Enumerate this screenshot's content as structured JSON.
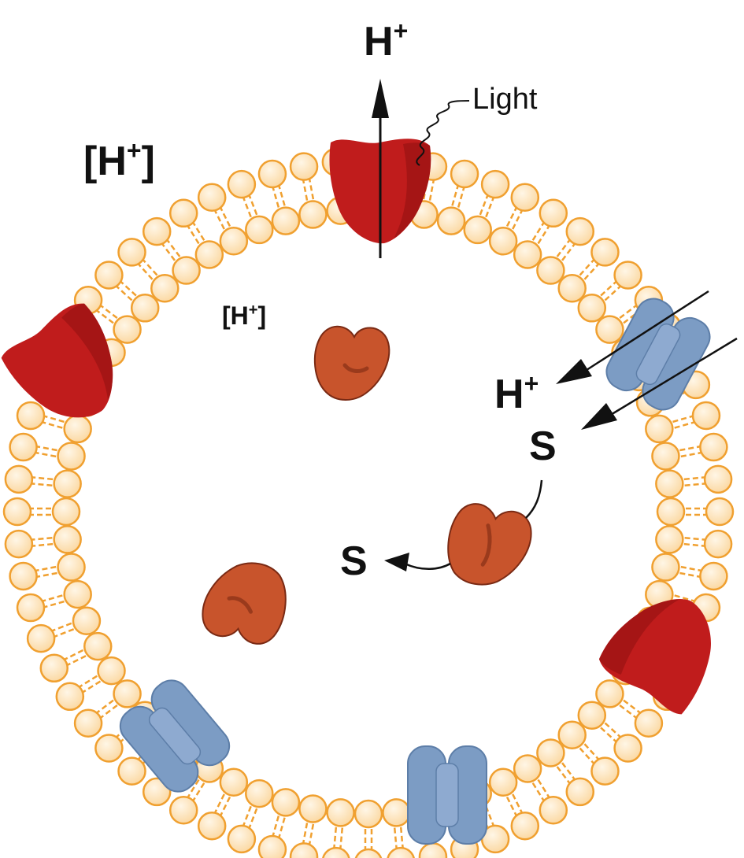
{
  "labels": {
    "outside_proton_top": "H",
    "outside_proton_top_sup": "+",
    "light": "Light",
    "outside_concentration": "[H",
    "outside_concentration_sup": "+",
    "outside_concentration_close": "]",
    "inside_concentration": "[H",
    "inside_concentration_sup": "+",
    "inside_concentration_close": "]",
    "symport_proton": "H",
    "symport_proton_sup": "+",
    "substrate_in": "S",
    "substrate_released": "S"
  },
  "colors": {
    "lipid_head_fill": "#fde3b8",
    "lipid_head_stroke": "#f0a030",
    "lipid_tail": "#f0a030",
    "pump_fill": "#c01c1c",
    "pump_shade": "#9e1414",
    "transporter_fill": "#7c9cc4",
    "transporter_stroke": "#5d7ea8",
    "binding_protein_fill": "#c8542c",
    "binding_protein_stroke": "#7a2a14",
    "text": "#111111"
  },
  "icons": {
    "pump": "light-driven-proton-pump-icon",
    "transporter": "symporter-channel-icon",
    "binding_protein": "substrate-binding-protein-icon"
  }
}
